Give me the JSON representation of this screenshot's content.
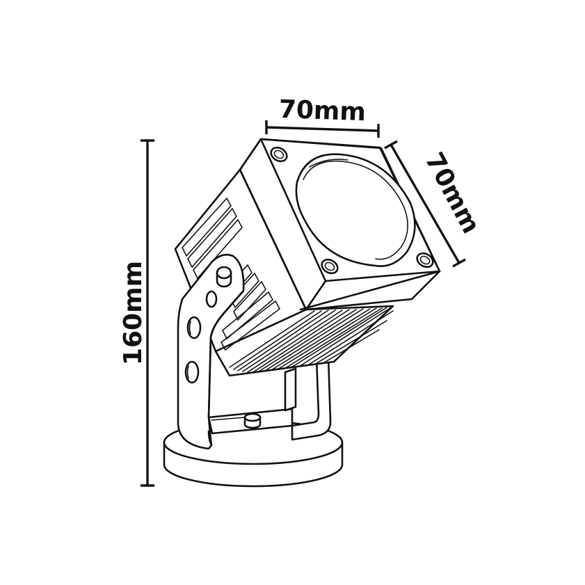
{
  "dimensions": {
    "height_label": "160mm",
    "width_label": "70mm",
    "depth_label": "70mm"
  },
  "colors": {
    "line": "#111111",
    "background": "#ffffff"
  }
}
